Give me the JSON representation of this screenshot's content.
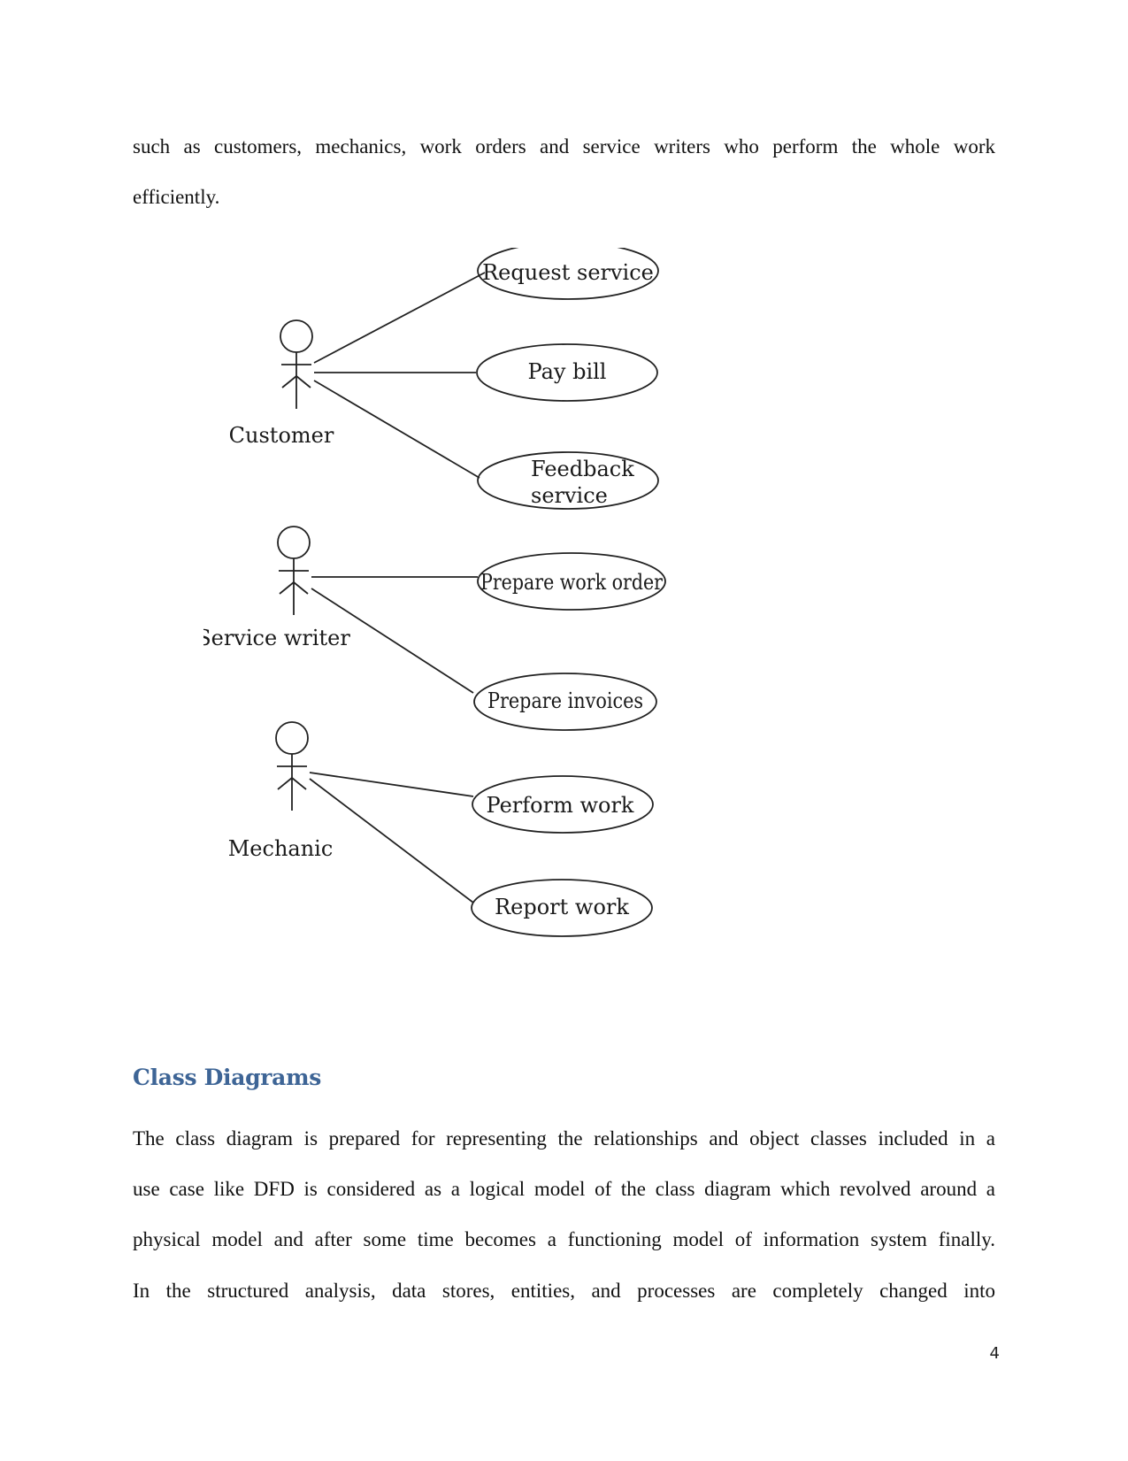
{
  "document": {
    "intro_lines": [
      "such as customers, mechanics, work orders and service writers who perform the whole work",
      "efficiently."
    ],
    "diagram": {
      "actors": [
        {
          "name": "Customer"
        },
        {
          "name": "Service writer"
        },
        {
          "name": "Mechanic"
        }
      ],
      "use_cases": [
        {
          "label_lines": [
            "Request service"
          ]
        },
        {
          "label_lines": [
            "Pay bill"
          ]
        },
        {
          "label_lines": [
            "Feedback",
            "service"
          ]
        },
        {
          "label_lines": [
            "Prepare work order"
          ]
        },
        {
          "label_lines": [
            "Prepare invoices"
          ]
        },
        {
          "label_lines": [
            "Perform work"
          ]
        },
        {
          "label_lines": [
            "Report work"
          ]
        }
      ]
    },
    "section_heading": "Class Diagrams",
    "body_lines": [
      "The class diagram is prepared for representing the relationships and object classes included in a",
      "use case like DFD is considered as a logical model of the class diagram which revolved around a",
      "physical model and after some time becomes a functioning model of information system finally.",
      "In the structured analysis, data stores, entities, and processes are completely changed into"
    ],
    "page_number": "4"
  }
}
